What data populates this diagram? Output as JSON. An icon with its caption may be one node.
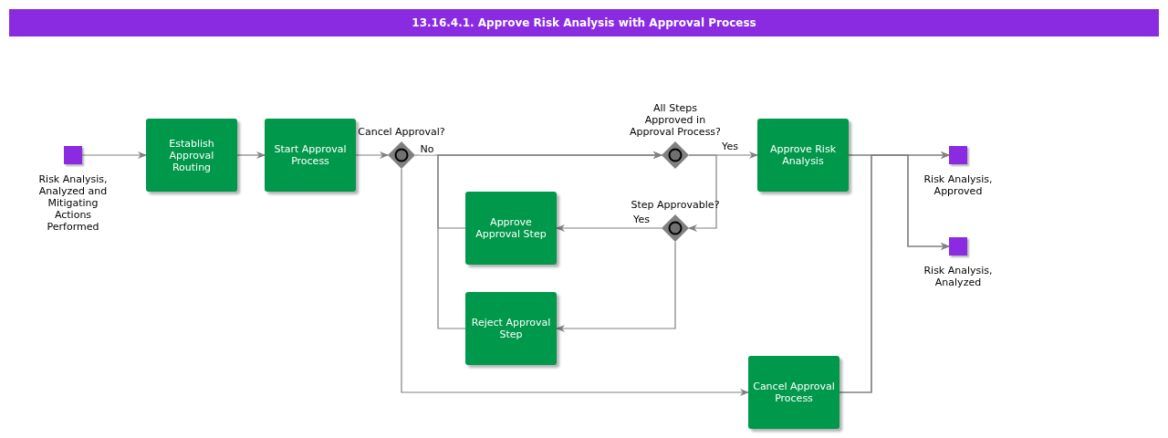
{
  "diagram": {
    "title": "13.16.4.1. Approve Risk Analysis with Approval Process",
    "nodes": [
      {
        "text": [
          "Risk Analysis, Analyzed and Mitigating Actions Performed"
        ]
      },
      {
        "text": [
          "Establish Approval Routing"
        ]
      },
      {
        "text": [
          "Start Approval Process"
        ]
      },
      {
        "text": [
          "Cancel Approval?"
        ]
      },
      {
        "text": [
          "All Steps Approved in Approval Process?"
        ]
      },
      {
        "text": [
          "Approve Risk Analysis"
        ]
      },
      {
        "text": [
          "Risk Analysis, Approved"
        ]
      },
      {
        "text": [
          "Risk Analysis, Analyzed"
        ]
      },
      {
        "text": [
          "Step Approvable?"
        ]
      },
      {
        "text": [
          "Approve Approval Step"
        ]
      },
      {
        "text": [
          "Reject Approval Step"
        ]
      },
      {
        "text": [
          "Cancel Approval Process"
        ]
      }
    ],
    "edges": [
      {
        "from": 0,
        "to": 1,
        "arrow": "to"
      },
      {
        "from": 1,
        "to": 2,
        "arrow": "to"
      },
      {
        "from": 2,
        "to": 3,
        "arrow": "to"
      },
      {
        "from": 3,
        "to": 4,
        "arrow": "to",
        "label": "No"
      },
      {
        "from": 4,
        "to": 5,
        "arrow": "to",
        "label": "Yes"
      },
      {
        "from": 4,
        "to": 8,
        "arrow": "to"
      },
      {
        "from": 8,
        "to": 9,
        "arrow": "to",
        "label": "Yes"
      },
      {
        "from": 8,
        "to": 10,
        "arrow": "to"
      },
      {
        "from": 9,
        "to": 4,
        "arrow": "to"
      },
      {
        "from": 10,
        "to": 4,
        "arrow": "to"
      },
      {
        "from": 3,
        "to": 11,
        "arrow": "to"
      },
      {
        "from": 5,
        "to": 6,
        "arrow": "to"
      },
      {
        "from": 5,
        "to": 7,
        "arrow": "to"
      },
      {
        "from": 11,
        "to": 6,
        "arrow": "to"
      },
      {
        "from": 11,
        "to": 7,
        "arrow": "to"
      }
    ]
  }
}
